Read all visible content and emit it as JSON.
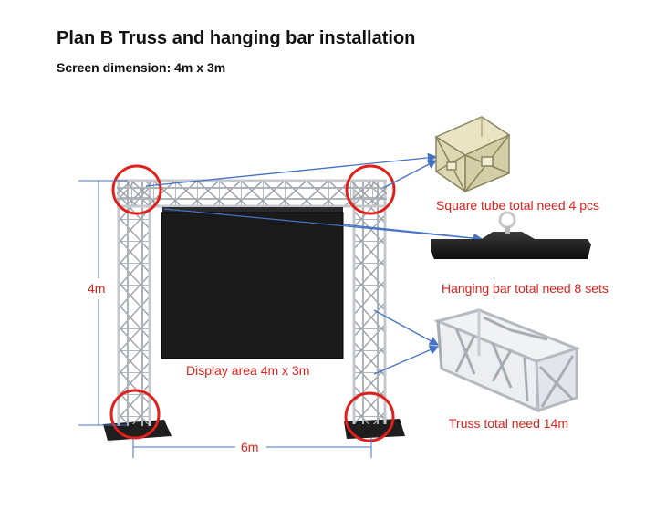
{
  "header": {
    "title": "Plan B Truss and hanging bar installation",
    "subtitle": "Screen dimension: 4m x 3m"
  },
  "labels": {
    "square_tube": "Square tube total need 4 pcs",
    "hanging_bar": "Hanging bar total need 8 sets",
    "truss": "Truss total need 14m",
    "display_area": "Display area 4m x 3m",
    "height": "4m",
    "width": "6m"
  },
  "colors": {
    "accent": "#e0201b",
    "arrow": "#4472c4",
    "truss": "#b8bcc2",
    "screen": "#1a1a1a"
  }
}
